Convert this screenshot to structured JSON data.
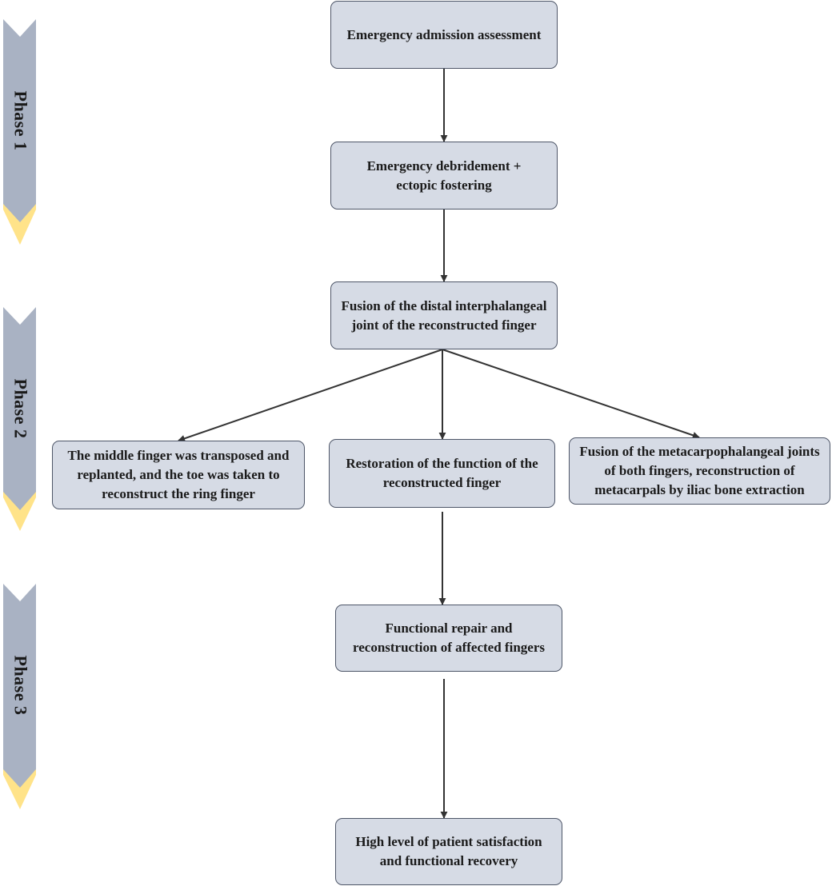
{
  "colors": {
    "box_fill": "#d6dbe5",
    "box_border": "#4e5668",
    "phase_band": "#a9b2c3",
    "phase_tip": "#ffe389",
    "arrow": "#333333"
  },
  "phases": [
    {
      "label": "Phase 1"
    },
    {
      "label": "Phase 2"
    },
    {
      "label": "Phase 3"
    }
  ],
  "nodes": [
    {
      "id": "n1",
      "text": "Emergency admission assessment"
    },
    {
      "id": "n2",
      "text": "Emergency debridement + ectopic fostering"
    },
    {
      "id": "n3",
      "text": "Fusion of the distal interphalangeal joint of the reconstructed finger"
    },
    {
      "id": "n4",
      "text": "The middle finger was transposed and replanted, and the toe was taken to reconstruct the ring finger"
    },
    {
      "id": "n5",
      "text": "Restoration of the function of the reconstructed finger"
    },
    {
      "id": "n6",
      "text": "Fusion of the metacarpophalangeal joints of both fingers, reconstruction of metacarpals by iliac bone extraction"
    },
    {
      "id": "n7",
      "text": "Functional repair and reconstruction of affected fingers"
    },
    {
      "id": "n8",
      "text": "High level of patient satisfaction and functional recovery"
    }
  ],
  "edges": [
    {
      "from": "n1",
      "to": "n2"
    },
    {
      "from": "n2",
      "to": "n3"
    },
    {
      "from": "n3",
      "to": "n4"
    },
    {
      "from": "n3",
      "to": "n5"
    },
    {
      "from": "n3",
      "to": "n6"
    },
    {
      "from": "n5",
      "to": "n7"
    },
    {
      "from": "n7",
      "to": "n8"
    }
  ]
}
